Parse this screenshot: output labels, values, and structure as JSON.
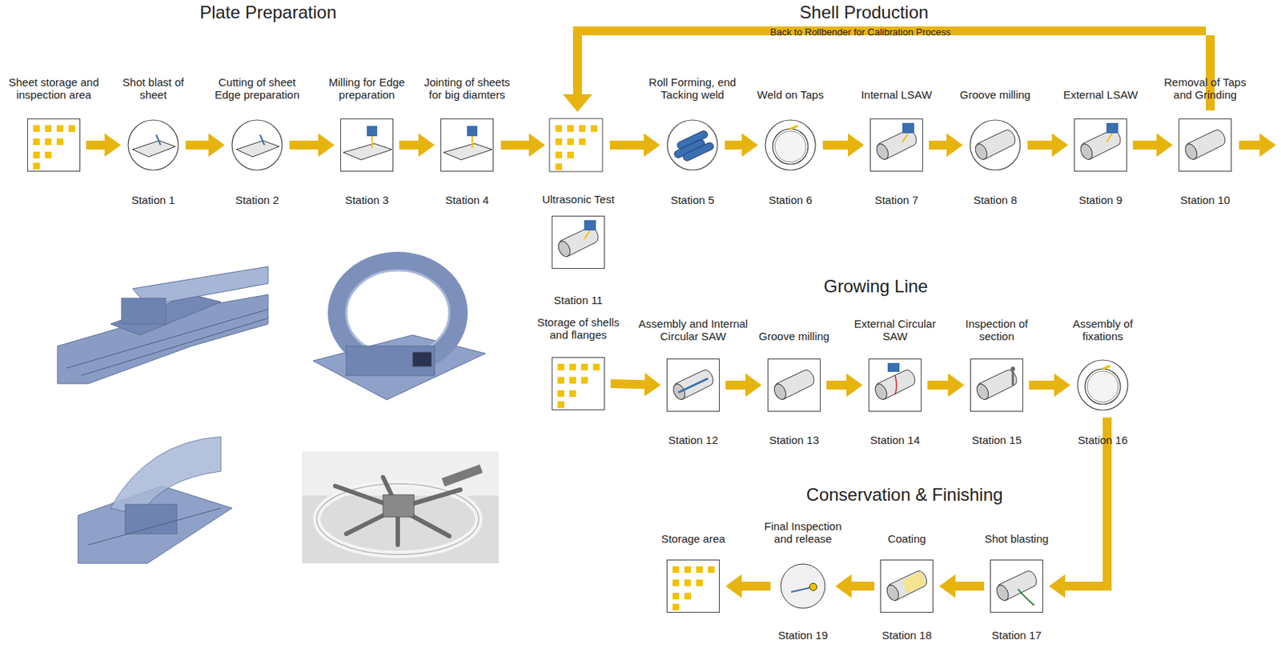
{
  "diagram": {
    "nodes": [
      {
        "text": [
          "Sheet storage and inspection area"
        ]
      },
      {
        "text": [
          "Shot blast of sheet",
          "Station 1"
        ]
      },
      {
        "text": [
          "Cutting of sheet Edge preparation",
          "Station 2"
        ]
      },
      {
        "text": [
          "Milling for Edge preparation",
          "Station 3"
        ]
      },
      {
        "text": [
          "Jointing of sheets for big diamters",
          "Station 4"
        ]
      },
      {
        "text": [
          "Roll Forming, end Tacking weld",
          "Station 5"
        ]
      },
      {
        "text": [
          "Weld on Taps",
          "Station 6"
        ]
      },
      {
        "text": [
          "Internal LSAW",
          "Station 7"
        ]
      },
      {
        "text": [
          "Groove milling",
          "Station 8"
        ]
      },
      {
        "text": [
          "External LSAW",
          "Station 9"
        ]
      },
      {
        "text": [
          "Removal of Taps and Grinding",
          "Station 10"
        ]
      },
      {
        "text": [
          "Ultrasonic Test",
          "Station 11"
        ]
      },
      {
        "text": [
          "Storage of shells and flanges"
        ]
      },
      {
        "text": [
          "Assembly and Internal Circular SAW",
          "Station 12"
        ]
      },
      {
        "text": [
          "Groove milling",
          "Station 13"
        ]
      },
      {
        "text": [
          "External Circular SAW",
          "Station 14"
        ]
      },
      {
        "text": [
          "Inspection of section",
          "Station 15"
        ]
      },
      {
        "text": [
          "Assembly of fixations",
          "Station 16"
        ]
      },
      {
        "text": [
          "Shot blasting",
          "Station 17"
        ]
      },
      {
        "text": [
          "Coating",
          "Station 18"
        ]
      },
      {
        "text": [
          "Final Inspection and release",
          "Station 19"
        ]
      },
      {
        "text": [
          "Storage area"
        ]
      }
    ],
    "edges": [
      {
        "from": 0,
        "to": 1,
        "arrow": "to"
      },
      {
        "from": 1,
        "to": 2,
        "arrow": "to"
      },
      {
        "from": 2,
        "to": 3,
        "arrow": "to"
      },
      {
        "from": 3,
        "to": 4,
        "arrow": "to"
      },
      {
        "from": 5,
        "to": 6,
        "arrow": "to"
      },
      {
        "from": 6,
        "to": 7,
        "arrow": "to"
      },
      {
        "from": 7,
        "to": 8,
        "arrow": "to"
      },
      {
        "from": 8,
        "to": 9,
        "arrow": "to"
      },
      {
        "from": 9,
        "to": 10,
        "arrow": "to"
      },
      {
        "from": 12,
        "to": 13,
        "arrow": "to"
      },
      {
        "from": 13,
        "to": 14,
        "arrow": "to"
      },
      {
        "from": 14,
        "to": 15,
        "arrow": "to"
      },
      {
        "from": 15,
        "to": 16,
        "arrow": "to"
      },
      {
        "from": 16,
        "to": 17,
        "arrow": "to"
      },
      {
        "from": 17,
        "to": 18,
        "arrow": "to"
      },
      {
        "from": 18,
        "to": 19,
        "arrow": "to"
      },
      {
        "from": 19,
        "to": 20,
        "arrow": "to"
      },
      {
        "from": 20,
        "to": 21,
        "arrow": "to"
      }
    ],
    "labels": [
      "Plate Preparation",
      "Shell Production",
      "Back to Rollbender for Calibration Process",
      "Growing Line",
      "Conservation & Finishing"
    ]
  }
}
